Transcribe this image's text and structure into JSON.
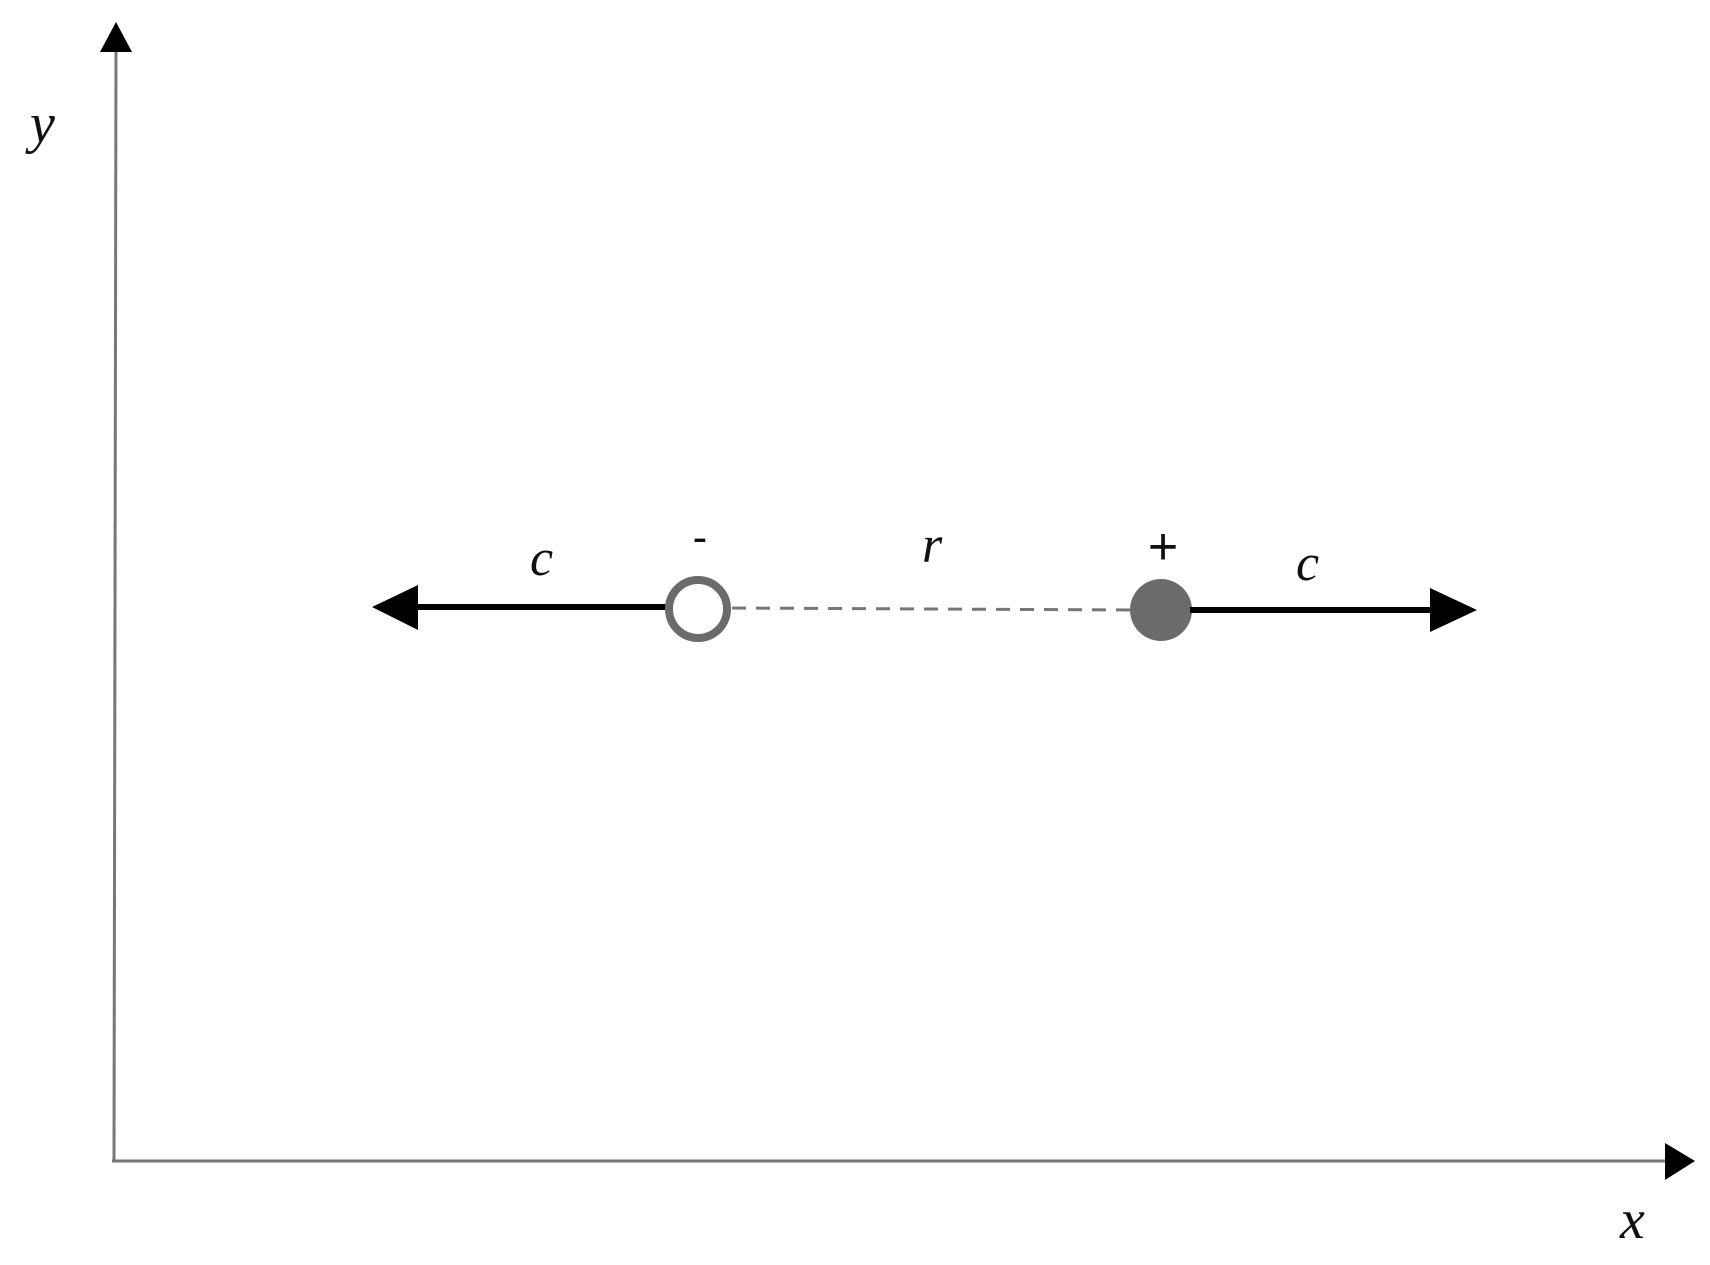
{
  "diagram": {
    "axes": {
      "x_label": "x",
      "y_label": "y",
      "axis_color": "#777777"
    },
    "charges": {
      "negative": {
        "sign": "-",
        "style": "open-circle",
        "color": "#6b6b6b"
      },
      "positive": {
        "sign": "+",
        "style": "filled-circle",
        "color": "#6b6b6b"
      }
    },
    "labels": {
      "left_velocity": "c",
      "separation": "r",
      "right_velocity": "c"
    },
    "colors": {
      "arrow": "#000000",
      "dashed_line": "#777777"
    }
  }
}
